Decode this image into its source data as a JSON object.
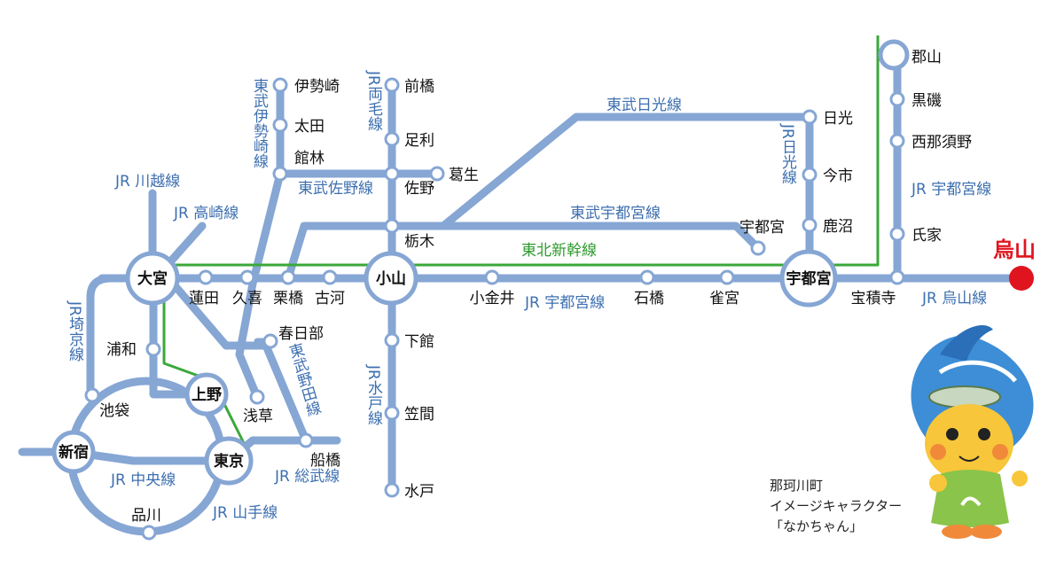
{
  "destination": {
    "label": "烏山",
    "color": "#e0141e"
  },
  "colors": {
    "jr_line": "#86a6d4",
    "shinkansen": "#3aa83a",
    "line_label": "#3d6fb0"
  },
  "hubs": {
    "omiya": "大宮",
    "oyama": "小山",
    "utsunomiya": "宇都宮",
    "koriyama": "郡山",
    "ueno": "上野",
    "shinjuku": "新宿",
    "tokyo": "東京"
  },
  "stations": {
    "hasuda": "蓮田",
    "kuki": "久喜",
    "kurihashi": "栗橋",
    "koga": "古河",
    "koganei": "小金井",
    "ishibashi": "石橋",
    "suzumenomiya": "雀宮",
    "hoshakuji": "宝積寺",
    "urawa": "浦和",
    "ikebukuro": "池袋",
    "shinagawa": "品川",
    "asakusa": "浅草",
    "kasukabe": "春日部",
    "funabashi": "船橋",
    "isesaki": "伊勢崎",
    "ota": "太田",
    "tatebayashi": "館林",
    "maebashi": "前橋",
    "ashikaga": "足利",
    "sano": "佐野",
    "kuzu": "葛生",
    "tochigi": "栃木",
    "tobu_utsunomiya": "宇都宮",
    "nikko": "日光",
    "imaichi": "今市",
    "kanuma": "鹿沼",
    "shimodate": "下館",
    "kasama": "笠間",
    "mito": "水戸",
    "kuroiso": "黒磯",
    "nishinasuno": "西那須野",
    "ujiie": "氏家"
  },
  "lines": {
    "jr_kawagoe": "JR 川越線",
    "jr_takasaki": "JR 高崎線",
    "jr_saikyo": "JR埼京線",
    "tobu_isesaki": "東武伊勢崎線",
    "jr_ryomo": "JR両毛線",
    "tobu_sano": "東武佐野線",
    "tobu_nikko": "東武日光線",
    "jr_nikko": "JR日光線",
    "tobu_utsunomiya": "東武宇都宮線",
    "tohoku_shinkansen": "東北新幹線",
    "jr_utsunomiya_main": "JR 宇都宮線",
    "jr_utsunomiya_north": "JR 宇都宮線",
    "jr_karasuyama": "JR 烏山線",
    "tobu_noda": "東武野田線",
    "jr_mito": "JR水戸線",
    "jr_chuo": "JR 中央線",
    "jr_yamanote": "JR 山手線",
    "jr_sobu": "JR 総武線"
  },
  "character": {
    "town": "那珂川町",
    "caption": "イメージキャラクター",
    "name": "「なかちゃん」"
  }
}
